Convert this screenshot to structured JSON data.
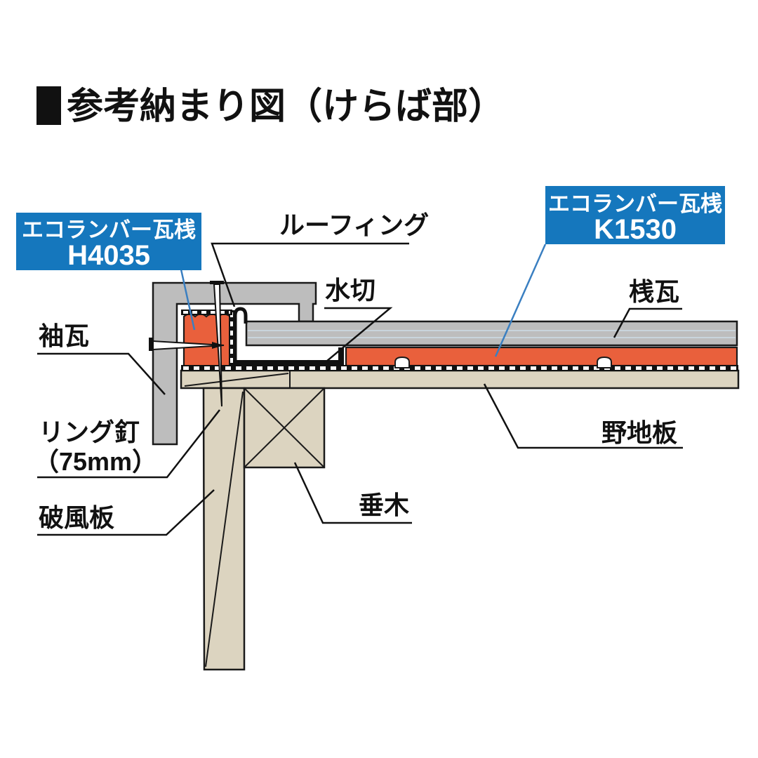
{
  "title": {
    "text": "参考納まり図（けらば部）"
  },
  "callouts": {
    "h4035": {
      "line1": "エコランバー瓦桟",
      "line2": "H4035"
    },
    "k1530": {
      "line1": "エコランバー瓦桟",
      "line2": "K1530"
    }
  },
  "labels": {
    "roofing": "ルーフィング",
    "drip_edge": "水切",
    "pan_tile": "桟瓦",
    "sleeve_tile": "袖瓦",
    "ring_nail_line1": "リング釘",
    "ring_nail_line2": "（75mm）",
    "barge_board": "破風板",
    "rafter": "垂木",
    "sheathing_board": "野地板"
  },
  "colors": {
    "callout_blue": "#1577bd",
    "batten_orange": "#e9603c",
    "tile_gray": "#bdbdbd",
    "wood_beige": "#dcd4c0",
    "outline_black": "#1a1a1a",
    "leader_blue": "#3a7fc1"
  }
}
